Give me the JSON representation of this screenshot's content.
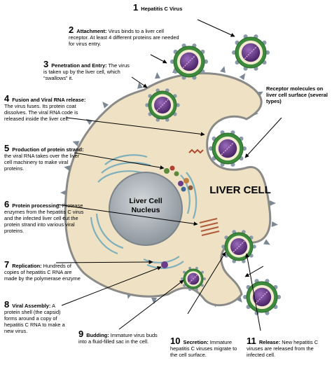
{
  "steps": [
    {
      "num": "1",
      "title": "Hepatitis C Virus",
      "text": ""
    },
    {
      "num": "2",
      "title": "Attachment:",
      "text": "Virus binds to a liver cell receptor. At least 4 different proteins are needed for virus entry."
    },
    {
      "num": "3",
      "title": "Penetration and Entry:",
      "text": "The virus is taken up by the liver cell, which “swallows” it."
    },
    {
      "num": "4",
      "title": "Fusion and Viral RNA release:",
      "text": "The virus fuses. Its protein coat dissolves. The viral RNA code is released inside the liver cell."
    },
    {
      "num": "5",
      "title": "Production of protein strand:",
      "text": "the viral RNA takes over the liver cell machinery to make viral proteins."
    },
    {
      "num": "6",
      "title": "Protein processing:",
      "text": "Protease enzymes from the hepatitis C virus and the infected liver cell cut the protein strand into various viral proteins."
    },
    {
      "num": "7",
      "title": "Replication:",
      "text": "Hundreds of copies of hepatitis C RNA are made by the polymerase enzyme"
    },
    {
      "num": "8",
      "title": "Viral Assembly:",
      "text": "A protein shell (the capsid) forms around a copy of hepatitis C RNA to make a new virus."
    },
    {
      "num": "9",
      "title": "Budding:",
      "text": "Immature virus buds into a fluid-filled sac in the cell."
    },
    {
      "num": "10",
      "title": "Secretion:",
      "text": "Immature hepatitis C viruses migrate to the cell surface."
    },
    {
      "num": "11",
      "title": "Release:",
      "text": "New hepatitis C viruses are released from the infected cell."
    }
  ],
  "receptor_label": "Receptor molecules on liver cell surface (several types)",
  "cell_label": "LIVER CELL",
  "nucleus_label": "Liver Cell Nucleus",
  "colors": {
    "cell_fill": "#efe2c4",
    "cell_outline": "#8a8a88",
    "spike": "#7c8894",
    "virus_envelope": "#3d8a3d",
    "virus_core": "#6b3d8a",
    "nucleus": "#a8b0b8",
    "er": "#8fc0c8",
    "arrow": "#000000"
  }
}
